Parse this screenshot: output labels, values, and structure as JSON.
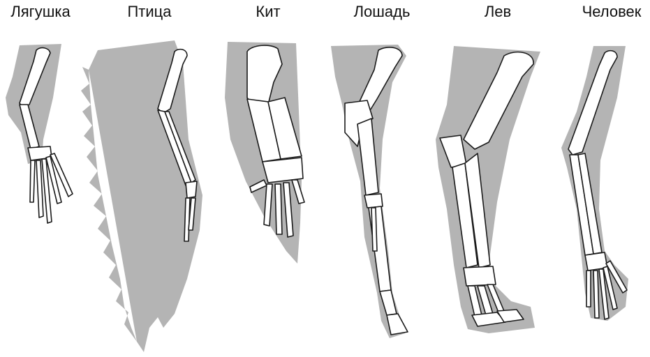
{
  "labels": {
    "frog": "Лягушка",
    "bird": "Птица",
    "whale": "Кит",
    "horse": "Лошадь",
    "lion": "Лев",
    "human": "Человек"
  },
  "colors": {
    "silhouette": "#b4b4b4",
    "bone_fill": "#ffffff",
    "bone_outline": "#1a1a1a"
  }
}
